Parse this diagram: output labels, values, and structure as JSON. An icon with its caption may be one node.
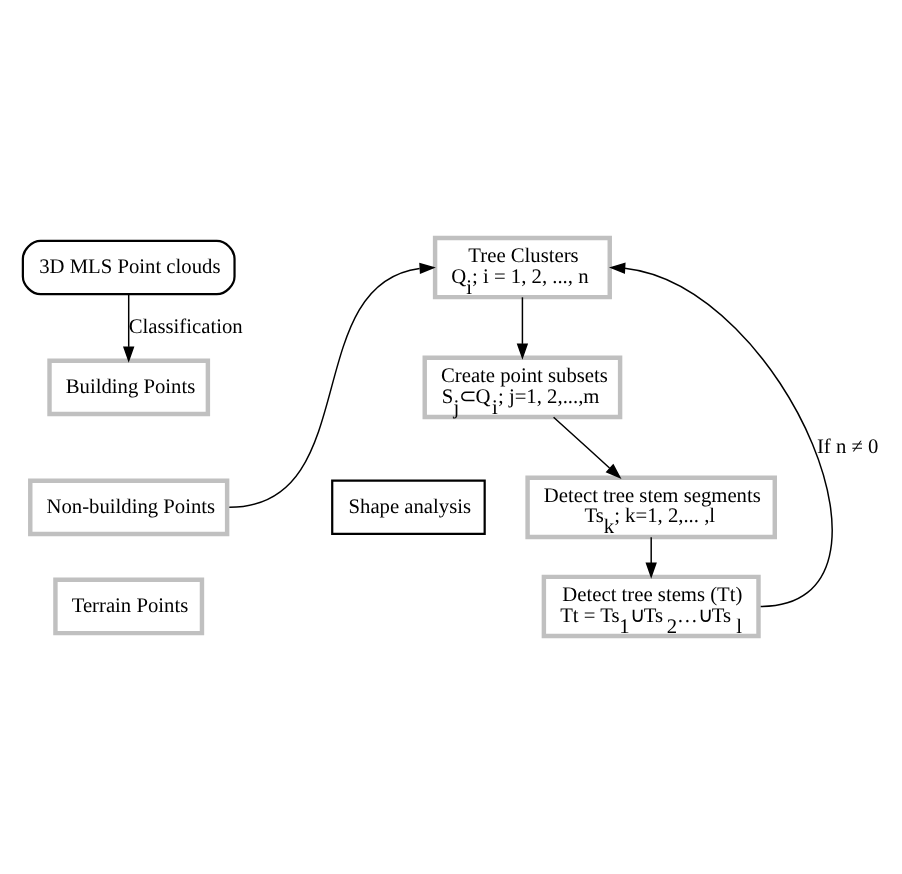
{
  "diagram": {
    "nodes": [
      {
        "text": [
          "3D MLS Point clouds"
        ]
      },
      {
        "text": [
          "Building Points"
        ]
      },
      {
        "text": [
          "Non-building Points"
        ]
      },
      {
        "text": [
          "Terrain Points"
        ]
      },
      {
        "text": [
          "Tree Clusters",
          "Q$_{i}$; i = 1, 2, ..., n"
        ]
      },
      {
        "text": [
          "Create point subsets",
          "S$_{j}$⊂Q$_{i}$; j=1, 2,...,m"
        ]
      },
      {
        "text": [
          "Shape analysis"
        ]
      },
      {
        "text": [
          "Detect tree stem segments",
          "Ts$_{k}$; k=1, 2,... ,l"
        ]
      },
      {
        "text": [
          "Detect tree stems (Tt)",
          "Tt = Ts$_{1}$∪Ts$_{2}$…∪Ts$_{l}$"
        ]
      }
    ],
    "edges": [
      {
        "from": 0,
        "to": 1,
        "arrow": "to",
        "label": "Classification"
      },
      {
        "from": 2,
        "to": 4,
        "arrow": "to"
      },
      {
        "from": 4,
        "to": 5,
        "arrow": "to"
      },
      {
        "from": 5,
        "to": 7,
        "arrow": "to"
      },
      {
        "from": 7,
        "to": 8,
        "arrow": "to"
      },
      {
        "from": 8,
        "to": 4,
        "arrow": "to",
        "label": "If n ≠ 0"
      }
    ]
  }
}
